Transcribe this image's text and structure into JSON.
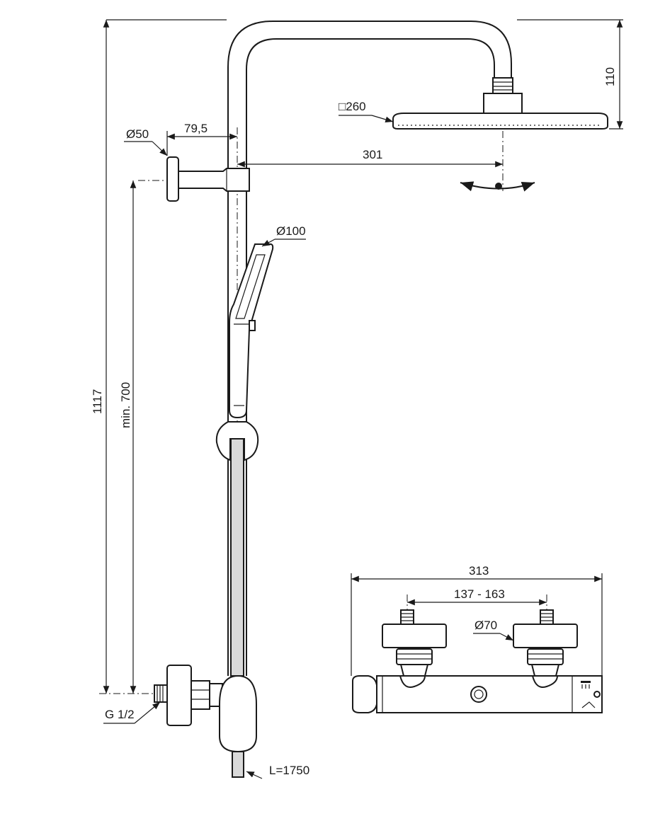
{
  "dimensions": {
    "total_height": "1117",
    "min_height": "min. 700",
    "arm_length": "301",
    "head_drop": "110",
    "head_size": "□260",
    "bracket_offset": "79,5",
    "bracket_diameter": "Ø50",
    "handshower_diameter": "Ø100",
    "inlet_thread": "G 1/2",
    "hose_length": "L=1750",
    "mixer_width": "313",
    "mixer_centres": "137 - 163",
    "cover_diameter": "Ø70"
  },
  "icons": {
    "swivel": "swivel-arrow-icon",
    "shower_symbol": "shower-symbol-icon",
    "flow_symbol": "flow-symbol-icon"
  }
}
